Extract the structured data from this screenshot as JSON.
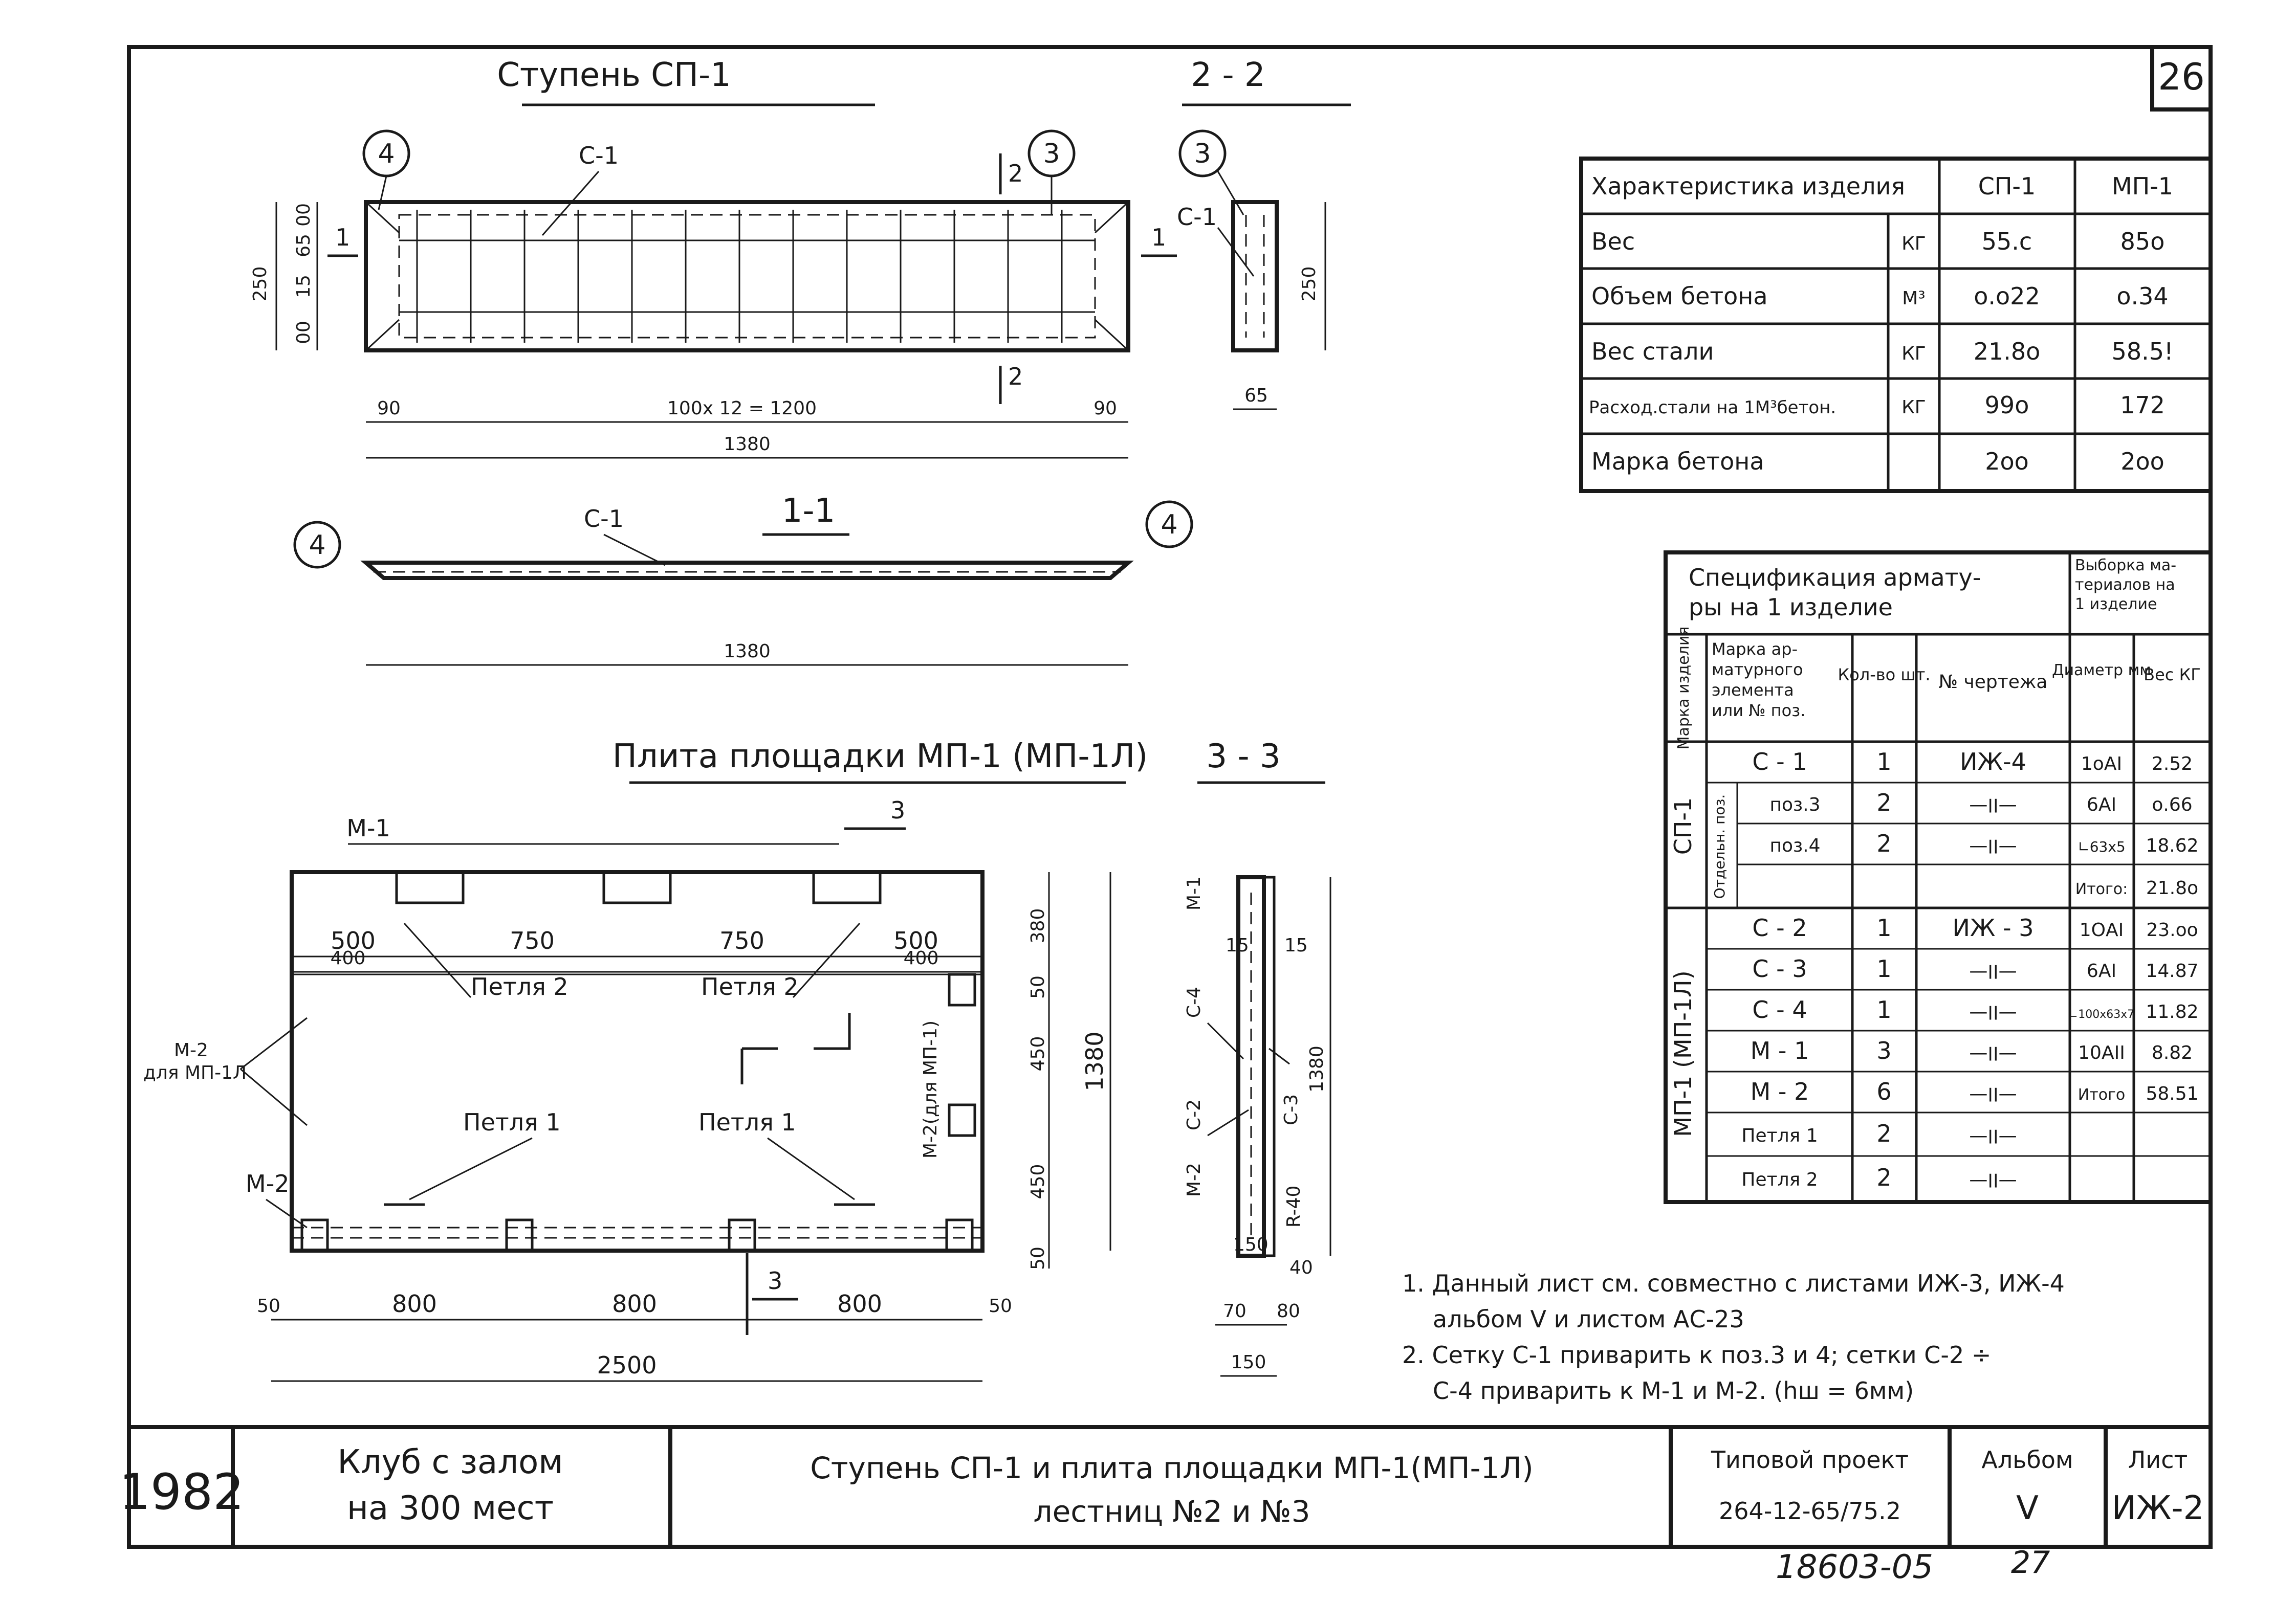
{
  "sheet_number": "26",
  "drawings": {
    "step_title": "Ступень СП-1",
    "section_22": "2 - 2",
    "section_11": "1-1",
    "plate_title": "Плита площадки МП-1 (МП-1Л)",
    "section_33": "3 - 3",
    "callouts": {
      "n4": "4",
      "n3": "3"
    },
    "labels": {
      "c1": "С-1",
      "c2": "С-2",
      "c3": "С-3",
      "c4": "С-4",
      "m1": "М-1",
      "m2": "М-2",
      "m2_for": "М-2\nдля МП-1Л",
      "m2_vert": "М-2(для МП-1)",
      "loop1": "Петля 1",
      "loop2": "Петля 2",
      "r40": "R-40",
      "sec2": "2",
      "sec3": "3",
      "sec1": "1"
    },
    "dims": {
      "d1380": "1380",
      "d250": "250",
      "d90": "90",
      "d100x12": "100x 12 = 1200",
      "d65": "65",
      "d2500": "2500",
      "d800": "800",
      "d50": "50",
      "d500": "500",
      "d750": "750",
      "d400": "400",
      "d380": "380",
      "d450": "450",
      "d150": "150",
      "d70": "70",
      "d80": "80",
      "d15": "15",
      "d40": "40",
      "d00": "00",
      "d15b": "15",
      "d65b": "65",
      "d00b": "00"
    }
  },
  "characteristics_table": {
    "header": [
      "Характеристика изделия",
      "СП-1",
      "МП-1"
    ],
    "rows": [
      {
        "name": "Вес",
        "unit": "КГ",
        "sp1": "55.с",
        "mp1": "85о"
      },
      {
        "name": "Объем бетона",
        "unit": "М³",
        "sp1": "о.о22",
        "mp1": "о.34"
      },
      {
        "name": "Вес стали",
        "unit": "КГ",
        "sp1": "21.8о",
        "mp1": "58.5!"
      },
      {
        "name": "Расход.стали на 1М³бетон.",
        "unit": "КГ",
        "sp1": "99о",
        "mp1": "172"
      },
      {
        "name": "Марка бетона",
        "unit": "",
        "sp1": "2оо",
        "mp1": "2оо"
      }
    ]
  },
  "spec_table": {
    "title": "Спецификация арматуры на 1 изделие",
    "title_right": "Выборка материалов на 1 изделие",
    "col_mark": "Марка изделия",
    "col_element": "Марка арматурного элемента или № поз.",
    "col_qty": "Кол-во шт.",
    "col_drawing": "№ чертежа",
    "col_diam": "Диаметр мм",
    "col_weight": "Вес КГ",
    "group_sp1": "СП-1",
    "group_mp1": "МП-1 (МП-1Л)",
    "sub_separate": "Отдельн. поз.",
    "rows": [
      {
        "el": "С - 1",
        "qty": "1",
        "dwg": "ИЖ-4",
        "diam": "1оАI",
        "w": "2.52"
      },
      {
        "el": "поз.3",
        "qty": "2",
        "dwg": "—׀׀—",
        "diam": "6АI",
        "w": "о.66"
      },
      {
        "el": "поз.4",
        "qty": "2",
        "dwg": "—׀׀—",
        "diam": "∟63х5",
        "w": "18.62"
      },
      {
        "el": "",
        "qty": "",
        "dwg": "",
        "diam": "Итого:",
        "w": "21.8о"
      },
      {
        "el": "С - 2",
        "qty": "1",
        "dwg": "ИЖ - 3",
        "diam": "1ОАI",
        "w": "23.оо"
      },
      {
        "el": "С - 3",
        "qty": "1",
        "dwg": "—׀׀—",
        "diam": "6АI",
        "w": "14.87"
      },
      {
        "el": "С - 4",
        "qty": "1",
        "dwg": "—׀׀—",
        "diam": "∟100х63х7",
        "w": "11.82"
      },
      {
        "el": "М - 1",
        "qty": "3",
        "dwg": "—׀׀—",
        "diam": "10АII",
        "w": "8.82"
      },
      {
        "el": "М - 2",
        "qty": "6",
        "dwg": "—׀׀—",
        "diam": "Итого",
        "w": "58.51"
      },
      {
        "el": "Петля 1",
        "qty": "2",
        "dwg": "—׀׀—",
        "diam": "",
        "w": ""
      },
      {
        "el": "Петля 2",
        "qty": "2",
        "dwg": "—׀׀—",
        "diam": "",
        "w": ""
      }
    ]
  },
  "notes": [
    "1. Данный лист см. совместно с листами ИЖ-3, ИЖ-4",
    "альбом V и листом АС-23",
    "2. Сетку С-1 приварить к поз.3 и 4; сетки С-2 ÷",
    "С-4 приварить к М-1 и М-2. (hш = 6мм)"
  ],
  "title_block": {
    "year": "1982",
    "object_line1": "Клуб с залом",
    "object_line2": "на 300 мест",
    "sheet_title_line1": "Ступень СП-1 и плита площадки МП-1(МП-1Л)",
    "sheet_title_line2": "лестниц №2 и №3",
    "project_label": "Типовой проект",
    "project_value": "264-12-65/75.2",
    "album_label": "Альбом",
    "album_value": "V",
    "sheet_label": "Лист",
    "sheet_value": "ИЖ-2"
  },
  "handwritten": {
    "inv": "18603-05",
    "page": "27"
  }
}
